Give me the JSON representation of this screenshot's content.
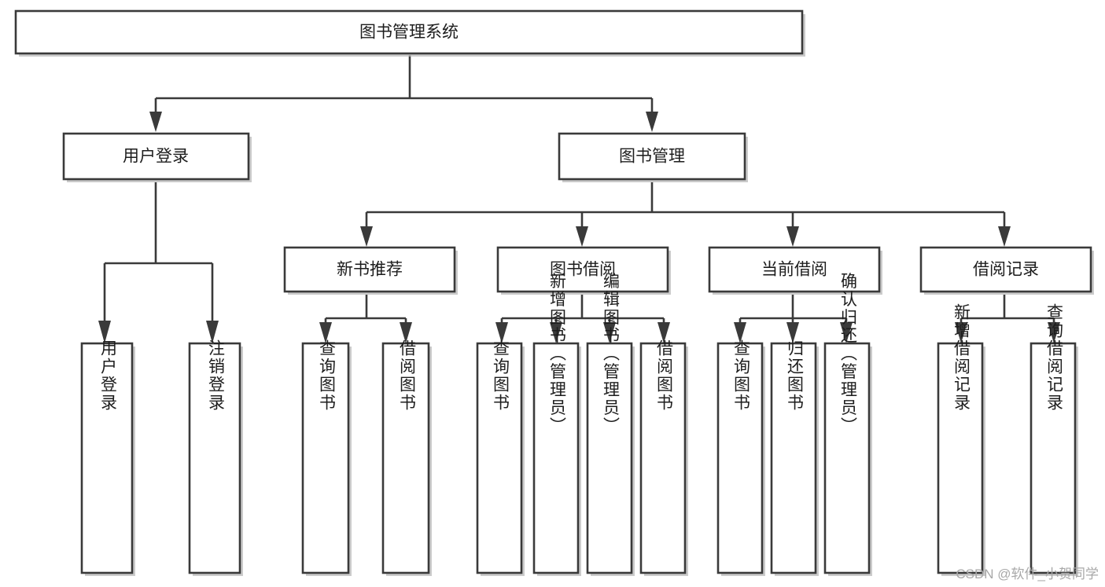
{
  "diagram": {
    "type": "hierarchy-tree",
    "title": "图书管理系统",
    "watermark": "CSDN @软件_小贺同学",
    "colors": {
      "background": "#ffffff",
      "stroke": "#3a3a3a",
      "fill": "#ffffff",
      "text": "#1d1d1d",
      "shadow": "#b9b9b9",
      "watermark": "#a8a8a8"
    },
    "root": {
      "id": "root",
      "label": "图书管理系统",
      "orientation": "horizontal"
    },
    "level2": [
      {
        "id": "user-login",
        "label": "用户登录",
        "orientation": "horizontal"
      },
      {
        "id": "book-management",
        "label": "图书管理",
        "orientation": "horizontal"
      }
    ],
    "level3": [
      {
        "id": "new-book-recommend",
        "label": "新书推荐",
        "orientation": "horizontal",
        "parent": "book-management"
      },
      {
        "id": "book-borrow",
        "label": "图书借阅",
        "orientation": "horizontal",
        "parent": "book-management"
      },
      {
        "id": "current-borrow",
        "label": "当前借阅",
        "orientation": "horizontal",
        "parent": "book-management"
      },
      {
        "id": "borrow-record",
        "label": "借阅记录",
        "orientation": "horizontal",
        "parent": "book-management"
      }
    ],
    "leaves": {
      "user-login": [
        {
          "id": "leaf-user-login",
          "label": "用户登录",
          "orientation": "vertical"
        },
        {
          "id": "leaf-user-logout",
          "label": "注销登录",
          "orientation": "vertical"
        }
      ],
      "new-book-recommend": [
        {
          "id": "leaf-query-book-1",
          "label": "查询图书",
          "orientation": "vertical"
        },
        {
          "id": "leaf-borrow-book-1",
          "label": "借阅图书",
          "orientation": "vertical"
        }
      ],
      "book-borrow": [
        {
          "id": "leaf-query-book-2",
          "label": "查询图书",
          "orientation": "vertical"
        },
        {
          "id": "leaf-add-book",
          "label": "新增图书（管理员）",
          "orientation": "vertical"
        },
        {
          "id": "leaf-edit-book",
          "label": "编辑图书（管理员）",
          "orientation": "vertical"
        },
        {
          "id": "leaf-borrow-book-2",
          "label": "借阅图书",
          "orientation": "vertical"
        }
      ],
      "current-borrow": [
        {
          "id": "leaf-query-book-3",
          "label": "查询图书",
          "orientation": "vertical"
        },
        {
          "id": "leaf-return-book",
          "label": "归还图书",
          "orientation": "vertical"
        },
        {
          "id": "leaf-confirm-return",
          "label": "确认归还（管理员）",
          "orientation": "vertical"
        }
      ],
      "borrow-record": [
        {
          "id": "leaf-add-record",
          "label": "新增借阅记录",
          "orientation": "vertical"
        },
        {
          "id": "leaf-query-record",
          "label": "查询借阅记录",
          "orientation": "vertical"
        }
      ]
    }
  }
}
